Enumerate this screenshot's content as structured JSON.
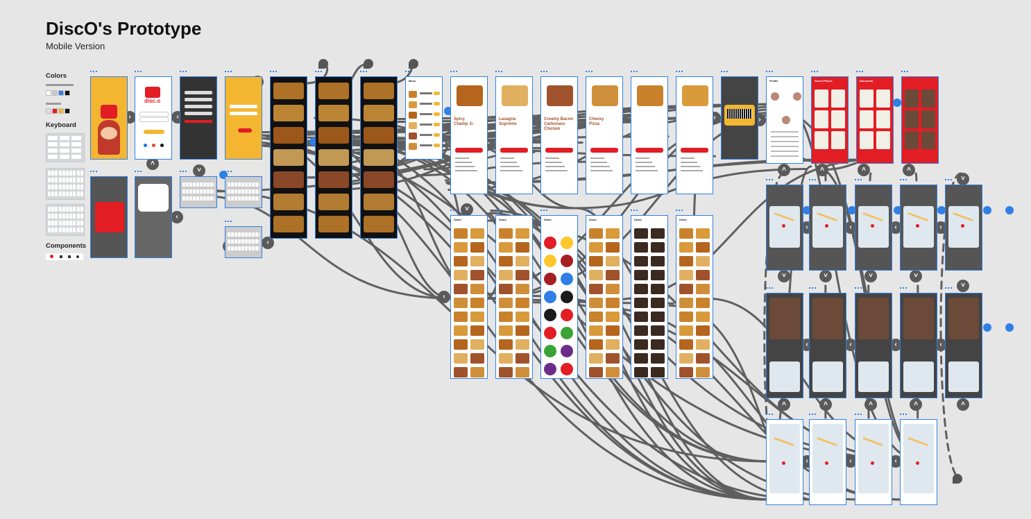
{
  "page": {
    "title": "DiscO's Prototype",
    "subtitle": "Mobile Version"
  },
  "sidebar": {
    "colors_heading": "Colors",
    "keyboard_heading": "Keyboard",
    "components_heading": "Components",
    "swatches": [
      "#ffffff",
      "#cccccc",
      "#2f7fe6",
      "#111111",
      "#e21d24",
      "#f4b631",
      "#111111"
    ]
  },
  "brand": {
    "logo_text": "disc.o",
    "accent": "#e21d24",
    "yellow": "#f4b631",
    "canvas_bg": "#e6e6e6",
    "selection_blue": "#2f7fe6",
    "wire_gray": "#5f5f5f"
  },
  "menu_items": [
    {
      "name": "Spicy Champ Jr.",
      "label": "Spicy\nChamp Jr."
    },
    {
      "name": "Lasagna Supreme",
      "label": "Lasagna\nSupreme"
    },
    {
      "name": "Creamy Bacon Carbonara Chicken",
      "label": "Creamy Bacon\nCarbonara\nChicken"
    },
    {
      "name": "Cheesy Pizza",
      "label": "Cheesy\nPizza"
    }
  ],
  "screens": {
    "menu_header": "Menu",
    "deals_header": "Deals",
    "profile_header": "Profile",
    "saved_places_header": "Saved Places",
    "discounts_header": "Discounts"
  },
  "icons": {
    "node_forward": "›",
    "node_back": "‹",
    "node_up": "˄",
    "node_down": "˅"
  }
}
